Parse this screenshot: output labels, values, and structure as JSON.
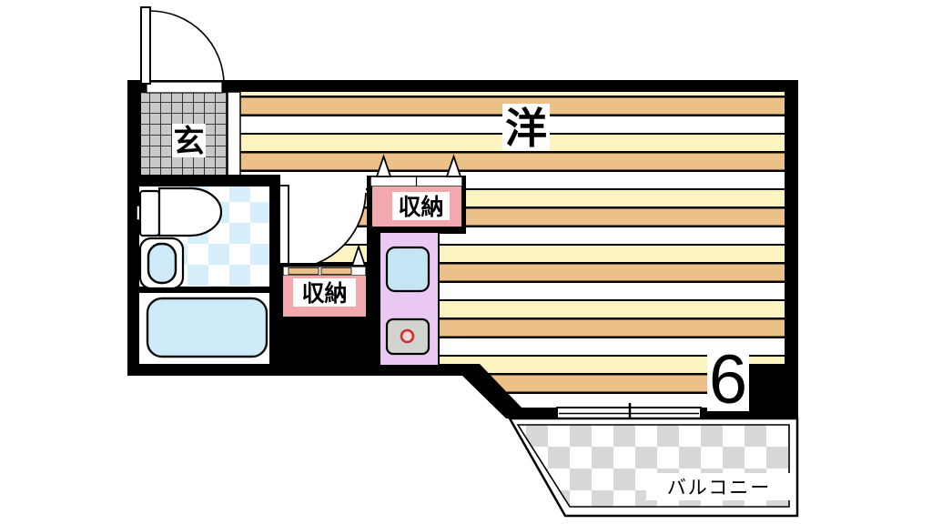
{
  "labels": {
    "entrance": "玄",
    "room": "洋",
    "closet_upper": "収納",
    "closet_lower": "収納",
    "unit_number": "6",
    "balcony": "バルコニー"
  },
  "colors": {
    "wall": "#000000",
    "floor_tan": "#ecc189",
    "floor_cream": "#fbf4c1",
    "floor_white": "#ffffff",
    "closet_pink": "#f2a9ad",
    "kitchen_purple": "#e9c8f1",
    "entrance_tile_gray": "#c9c9c9",
    "bath_fixture_blue": "#cfeaf8",
    "bath_checker_blue": "#d7eefb",
    "kitchen_sink_blue": "#c5e4f4",
    "stove_gray": "#d3d3cf",
    "burner_red": "#cc3333",
    "balcony_checker_gray": "#d8d8d8"
  }
}
